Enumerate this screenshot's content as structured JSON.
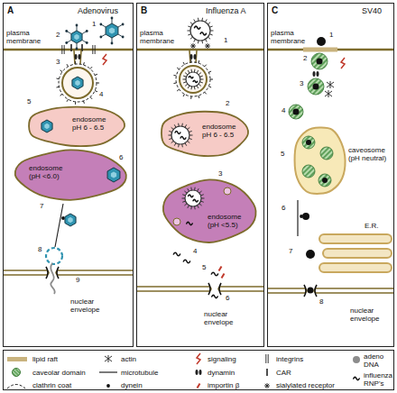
{
  "diagram": {
    "nodes": [
      {
        "text": [
          "A",
          "Adenovirus"
        ]
      },
      {
        "text": [
          "B",
          "Influenza A"
        ]
      },
      {
        "text": [
          "C",
          "SV40"
        ]
      },
      {
        "text": [
          "endosome pH 6 - 6.5"
        ],
        "in": 0
      },
      {
        "text": [
          "endosome (pH <6.0)"
        ],
        "in": 0
      },
      {
        "text": [
          "endosome pH 6 - 6.5"
        ],
        "in": 1
      },
      {
        "text": [
          "endosome (pH <5.5)"
        ],
        "in": 1
      },
      {
        "text": [
          "caveosome (pH neutral)"
        ],
        "in": 2
      },
      {
        "text": [
          "E.R."
        ],
        "in": 2
      }
    ],
    "labels": [
      "plasma membrane",
      "1",
      "2",
      "3",
      "4",
      "5",
      "6",
      "7",
      "8",
      "9",
      "nuclear envelope",
      "plasma membrane",
      "1",
      "2",
      "3",
      "4",
      "5",
      "6",
      "nuclear envelope",
      "plasma membrane",
      "1",
      "2",
      "3",
      "4",
      "5",
      "6",
      "7",
      "8",
      "nuclear envelope"
    ],
    "legend": [
      {
        "text": "lipid raft",
        "color": "#c9b37e"
      },
      {
        "text": "actin"
      },
      {
        "text": "signaling"
      },
      {
        "text": "integrins"
      },
      {
        "text": "adeno DNA"
      },
      {
        "text": "caveolar domain",
        "color": "#6fae6a"
      },
      {
        "text": "microtubule"
      },
      {
        "text": "dynamin"
      },
      {
        "text": "CAR"
      },
      {
        "text": "clathrin coat"
      },
      {
        "text": "dynein"
      },
      {
        "text": "importin β"
      },
      {
        "text": "sialylated receptor"
      },
      {
        "text": "influenza RNP's"
      }
    ]
  }
}
